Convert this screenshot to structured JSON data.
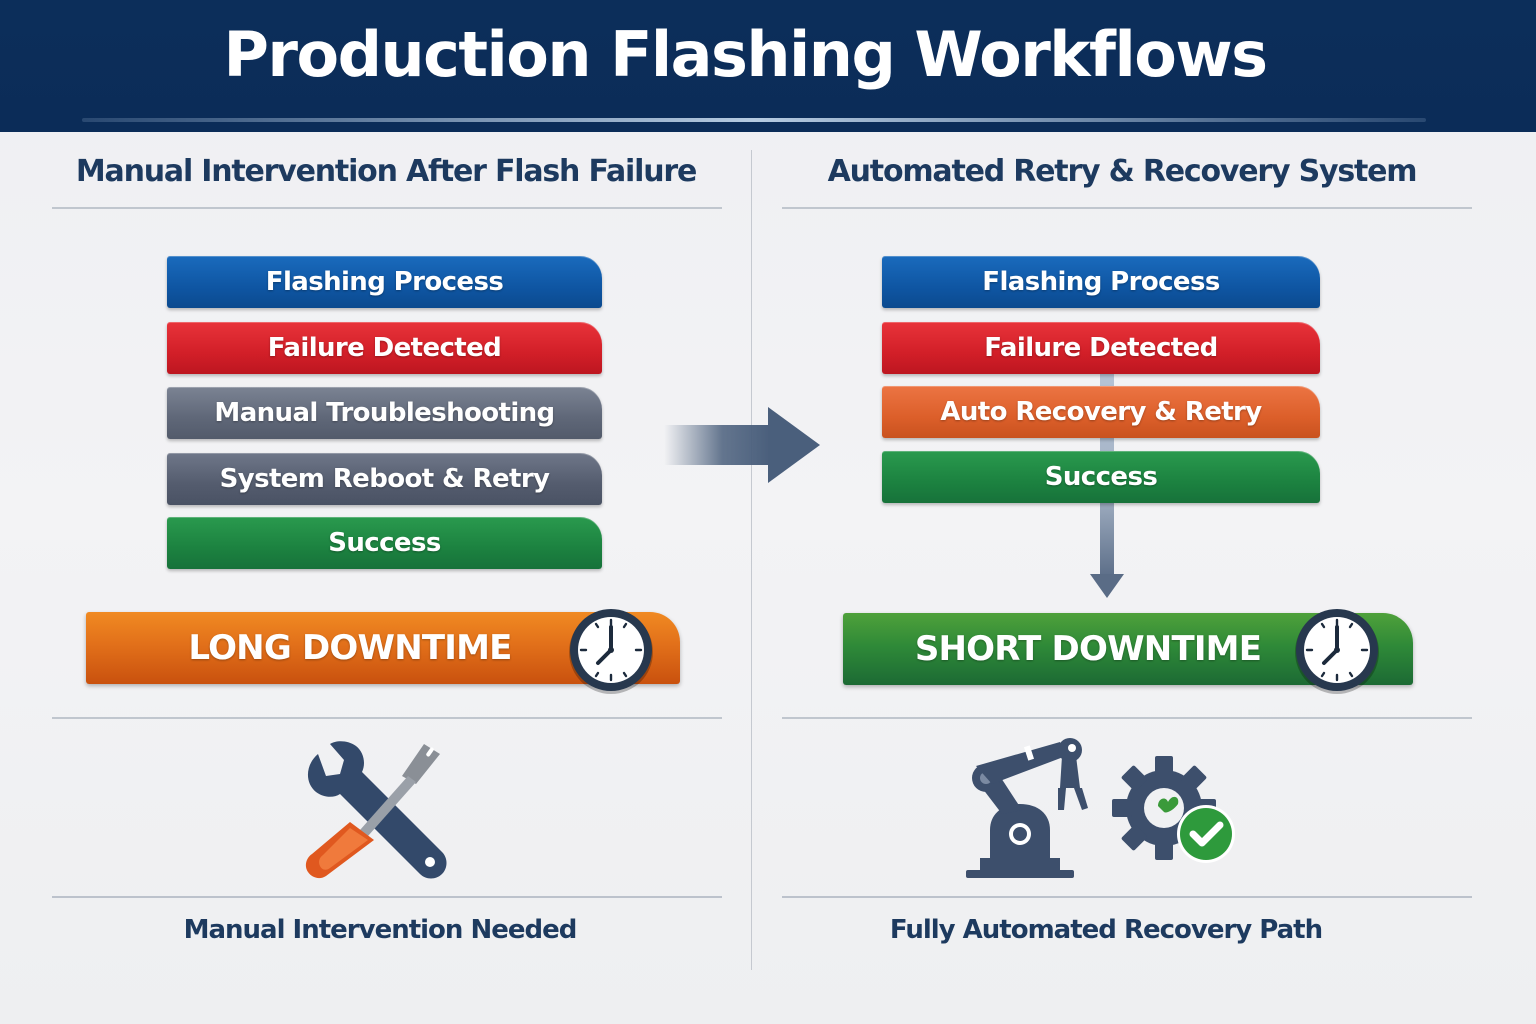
{
  "header": {
    "title": "Production Flashing Workflows"
  },
  "left_panel": {
    "title": "Manual Intervention After Flash Failure",
    "steps": [
      {
        "label": "Flashing Process",
        "color": "#0f56a3"
      },
      {
        "label": "Failure Detected",
        "color": "#d21f28"
      },
      {
        "label": "Manual Troubleshooting",
        "color": "#5f6778"
      },
      {
        "label": "System Reboot & Retry",
        "color": "#545c6e"
      },
      {
        "label": "Success",
        "color": "#1c8240"
      }
    ],
    "downtime": {
      "label": "LONG DOWNTIME",
      "color": "#e2701a",
      "icon": "clock-icon"
    },
    "illustration": [
      "wrench-icon",
      "screwdriver-icon"
    ],
    "caption": "Manual Intervention Needed"
  },
  "right_panel": {
    "title": "Automated Retry & Recovery System",
    "steps": [
      {
        "label": "Flashing Process",
        "color": "#0f56a3"
      },
      {
        "label": "Failure Detected",
        "color": "#d21f28"
      },
      {
        "label": "Auto Recovery & Retry",
        "color": "#dc5f2a"
      },
      {
        "label": "Success",
        "color": "#1c8240"
      }
    ],
    "downtime": {
      "label": "SHORT DOWNTIME",
      "color": "#2f8a38",
      "icon": "clock-icon"
    },
    "illustration": [
      "robot-arm-icon",
      "gear-check-icon"
    ],
    "caption": "Fully Automated Recovery Path"
  },
  "colors": {
    "header_bg": "#0b2c58",
    "title_text": "#1d3a5f",
    "arrow": "#4a5f7c"
  }
}
